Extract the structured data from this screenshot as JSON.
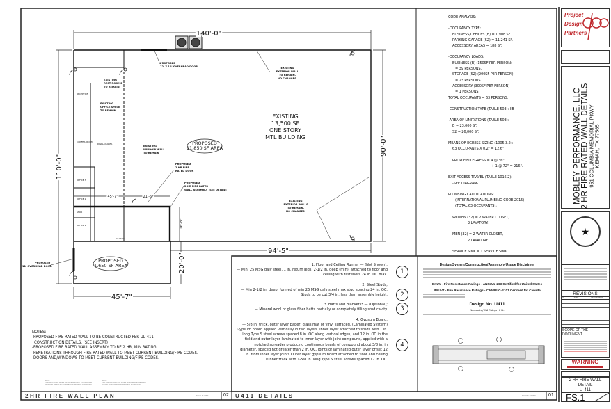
{
  "plan": {
    "dim_top": "140'-0\"",
    "dim_left": "110'-0\"",
    "dim_right": "90'-0\"",
    "dim_bottom": "94'-5\"",
    "dim_lower_width": "45'-7\"",
    "dim_lower_height": "20'-0\"",
    "dim_fire_a": "45'-7\"",
    "dim_fire_b": "21'-6\"",
    "dim_fire_v": "16'-8\"",
    "existing_building": [
      "EXISTING",
      "13,500 SF",
      "ONE STORY",
      "MTL BUILDING"
    ],
    "proposed_main": [
      "PROPOSED",
      "11,850 SF AREA"
    ],
    "proposed_lower": [
      "PROPOSED",
      "1,650 SF AREA"
    ],
    "callouts": {
      "overhead_top": [
        "PROPOSED",
        "12' X 10' OVERHEAD DOOR"
      ],
      "rest_rooms": [
        "EXISTING",
        "REST ROOMS",
        "TO REMAIN"
      ],
      "office_space": [
        "EXISTING",
        "OFFICE SPACE",
        "TO REMAIN"
      ],
      "window_wall": [
        "EXISTING",
        "WINDOW WALL",
        "TO REMAIN"
      ],
      "fire_door": [
        "PROPOSED",
        "2 HR FIRE",
        "RATED DOOR"
      ],
      "fire_wall": [
        "PROPOSED",
        "2 HR FIRE RATED",
        "WALL ASSEMBLY (SEE DETAIL)"
      ],
      "ext_wall_top": [
        "EXISTING",
        "EXTERIOR WALL",
        "TO REMAIN.",
        "NO CHANGES."
      ],
      "ext_walls": [
        "EXISTING",
        "EXTERIOR WALLS",
        "TO REMAIN.",
        "NO CHANGES."
      ],
      "overhead_left": [
        "PROPOSED",
        "11' OVERHEAD DOOR"
      ]
    },
    "rooms": [
      "RECEPTION",
      "CONFER. ROOM",
      "DISPLAY AREA",
      "OFFICE 3",
      "OFFICE 2",
      "STOR",
      "OFFICE 1",
      "CLOSET"
    ]
  },
  "notes": {
    "title": "NOTES:",
    "items": [
      "-PROPOSED FIRE RATED WALL TO BE CONSTRUCTED PER UL-411",
      "CONSTRUCTION DETAILS. (SEE INSERT)",
      "-PROPOSED FIRE RATED WALL ASSEMBLY TO BE 2 HR, MIN RATING.",
      "-PENETRATIONS THROUGH FIRE RATED WALL TO MEET CURRENT BUILDING/FIRE CODES.",
      "-DOORS AND/WINDOWS TO MEET CURRENT BUILDING/FIRE CODES."
    ],
    "small_1": [
      "NOTE:",
      "CONTRACTORS MUST FIELD VERIFY ALL CONDITIONS",
      "OF WORK PRIOR TO COMMENCEMENT OF ANY WORK."
    ],
    "small_2": [
      "NOTE:",
      "ANY DISCREPANCIES MUST BE NOTED IN WRITING",
      "TO THE OWNER AND APPROVED IN WRITING."
    ]
  },
  "code_analysis": {
    "title": "CODE ANALYSIS:",
    "occupancy_type": [
      "-OCCUPANCY TYPE:",
      "BUSINESS/OFFICES (B) = 1,908 SF.",
      "PARKING GARAGE (S2) = 11,241 SF.",
      "ACCESSORY AREAS = 188 SF."
    ],
    "occupancy_loads": [
      "-OCCUPANCY LOADS:",
      "BUSINESS (B) (150SF PER PERSON)",
      "= 39 PERSONS.",
      "STORAGE (S2) (200SF PER PERSON)",
      "= 23 PERSONS.",
      "ACCESSORY (300SF PER PERSON)",
      "= 1 PERSONS.",
      "TOTAL OCCUPANTS = 63 PERSONS."
    ],
    "construction": "-CONSTRUCTION TYPE (TABLE 503):  IIB",
    "area": [
      "-AREA OF LIMITATIONS (TABLE 503):",
      "B = 23,000 SF.",
      "S2 = 26,000 SF."
    ],
    "egress": [
      "MEANS OF EGRESS SIZING (1005.3.2):",
      "63 OCCUPANTS X 0.2\" = 12.6\"",
      "PROPOSED EGRESS = 4 @ 36\"",
      "+ 1 @ 72\" = 216\"."
    ],
    "exit": [
      "EXIT ACCESS TRAVEL (TABLE 1016.2):",
      "-SEE DIAGRAM-"
    ],
    "plumbing": [
      "PLUMBING CALCULATIONS:",
      "(INTERNATIONAL PLUMBING CODE 2015)",
      "(TOTAL 63 OCCUPANTS):",
      "WOMEN (32) = 2 WATER CLOSET,",
      "2 LAVATORY.",
      "MEN (32) = 2 WATER CLOSET,",
      "2 LAVATORY.",
      "SERVICE SINK = 1 SERVICE SINK"
    ]
  },
  "details": {
    "steps": [
      {
        "title": "1. Floor and Ceiling Runner — (Not Shown);",
        "body": "— Min. 25 MSG galv steel, 1 in. return legs, 2-1/2 in. deep (min), attached to floor and ceiling with fasteners 24 in. OC max.",
        "num": "1"
      },
      {
        "title": "2. Steel Studs;",
        "body": "— Min 2-1/2 in. deep, formed of min 25 MSG galv steel max stud spacing 24 in. OC. Studs to be cut 3/4 in. less than assembly height.",
        "num": "2"
      },
      {
        "title": "3. Batts and Blankets* — (Optional);",
        "body": "— Mineral wool or glass fiber batts partially or completely filling stud cavity.",
        "num": "3"
      },
      {
        "title": "4. Gypsum Board;",
        "body": "— 5/8 in. thick, outer layer paper, glass mat or vinyl surfaced. (Laminated System) Gypsum board applied vertically in two layers. Inner layer attached to studs with 1 in. long Type S steel screws spaced 8 in. OC along vertical edges, and 12 in. OC in the field and outer layer laminated to inner layer with joint compound, applied with a notched spreader producing continuous beads of compound about 3/8 in. in diameter, spaced not greater than 2 in. OC. Joints of laminated outer layer offset 12 in. from inner layer joints Outer layer gypsum board attached to floor and ceiling runner track with 1-5/8 in. long Type S steel screws spaced 12 in. OC.",
        "num": "4"
      }
    ]
  },
  "ul": {
    "disclaimer": "Design/System/Construction/Assembly Usage Disclaimer",
    "bxuv": "BXUV - Fire Resistance Ratings - ANSI/UL 263 Certified for United States",
    "bxuv7": "BXUV7 - Fire Resistance Ratings - CAN/ULC-S101 Certified for Canada",
    "design": "Design No. U411",
    "rating": "Nonbearing Wall Ratings - 2 Hr."
  },
  "strips": {
    "plan_title": "2HR FIRE WALL PLAN",
    "plan_num": "02",
    "plan_scale": "SCALE: NTS",
    "detail_title": "U411 DETAILS",
    "detail_num": "01",
    "detail_scale": "SCALE: NONE"
  },
  "title_block": {
    "logo": [
      "Project",
      "Design",
      "Partners"
    ],
    "project": "MOBLEY PERFORMANCE, LLC",
    "sheet_desc": "2 HR FIRE RATED WALL DETAILS",
    "address1": "951 COLUMBIA MEMORIAL PKWY",
    "address2": "KEMAH, TX 77565",
    "revisions": "REVISIONS",
    "rev_cols": [
      "NO.",
      "DATE",
      "DESCRIPTION"
    ],
    "scope": "SCOPE OF THE DOCUMENT",
    "warning": "WARNING",
    "sheet_title": [
      "2 HR FIRE WALL",
      "DETAIL",
      "U-411"
    ],
    "sheet_no": "FS.1",
    "accent": "#c0282d"
  }
}
